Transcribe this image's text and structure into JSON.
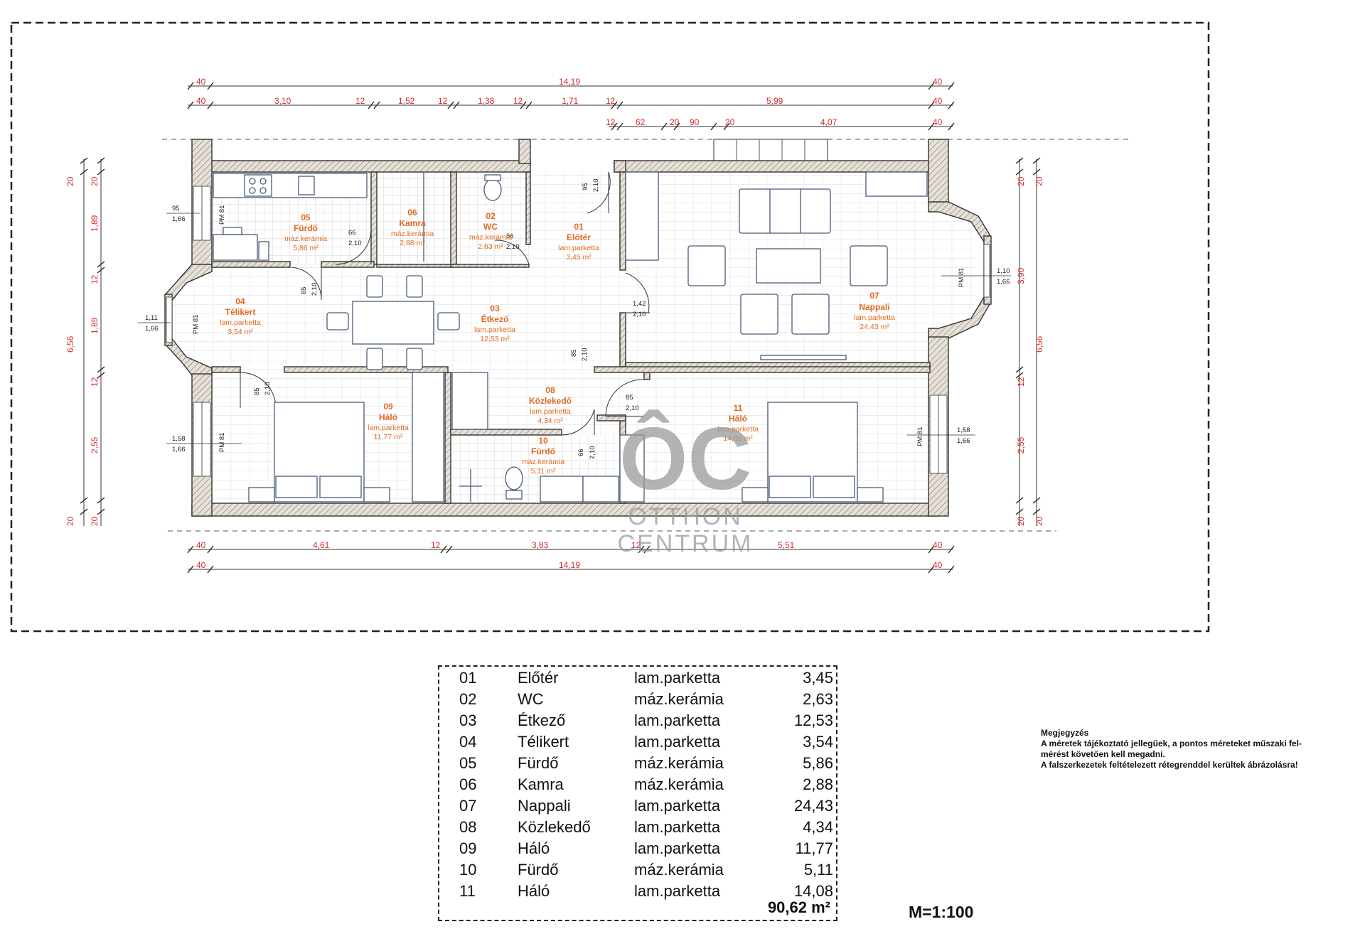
{
  "dimensions": {
    "top_total": {
      "left": "40",
      "total": "14,19",
      "right": "40"
    },
    "top_segments": [
      "40",
      "3,10",
      "12",
      "1,52",
      "12",
      "1,38",
      "12",
      "1,71",
      "12",
      "5,99",
      "40"
    ],
    "top_third": [
      "12",
      "62",
      "20",
      "90",
      "20",
      "4,07",
      "40"
    ],
    "bottom_segments": [
      "40",
      "4,61",
      "12",
      "3,83",
      "12",
      "5,51",
      "40"
    ],
    "bottom_total": {
      "left": "40",
      "total": "14,19",
      "right": "40"
    },
    "left_outer": {
      "top": "20",
      "total": "6,56",
      "bottom": "20"
    },
    "left_inner": [
      "20",
      "1,89",
      "12",
      "1,89",
      "12",
      "2,55",
      "20"
    ],
    "right_inner": [
      "20",
      "3,90",
      "12",
      "2,55",
      "20"
    ],
    "right_outer": {
      "top": "20",
      "total": "6,56",
      "bottom": "20"
    }
  },
  "openings": [
    {
      "top": "95",
      "bottom": "1,66",
      "label": "PM 81"
    },
    {
      "top": "1,11",
      "bottom": "1,66",
      "label": "PM 81"
    },
    {
      "top": "1,58",
      "bottom": "1,66",
      "label": "PM 81"
    },
    {
      "top": "1,10",
      "bottom": "1,66",
      "label": "PM 81"
    },
    {
      "top": "1,58",
      "bottom": "1,66",
      "label": "PM 81"
    }
  ],
  "doors": [
    {
      "w": "66",
      "h": "2,10"
    },
    {
      "w": "66",
      "h": "2,10"
    },
    {
      "w": "95",
      "h": "2,10"
    },
    {
      "w": "85",
      "h": "2,10"
    },
    {
      "w": "1,42",
      "h": "2,10"
    },
    {
      "w": "85",
      "h": "2,10"
    },
    {
      "w": "85",
      "h": "2,10"
    },
    {
      "w": "85",
      "h": "2,10"
    },
    {
      "w": "66",
      "h": "2,10"
    }
  ],
  "plan_rooms": [
    {
      "num": "01",
      "name": "Előtér",
      "mat": "lam.parketta",
      "area": "3,45 m²"
    },
    {
      "num": "02",
      "name": "WC",
      "mat": "máz.kerámia",
      "area": "2,63 m²"
    },
    {
      "num": "03",
      "name": "Étkező",
      "mat": "lam.parketta",
      "area": "12,53 m²"
    },
    {
      "num": "04",
      "name": "Télikert",
      "mat": "lam.parketta",
      "area": "3,54 m²"
    },
    {
      "num": "05",
      "name": "Fürdő",
      "mat": "máz.kerámia",
      "area": "5,86 m²"
    },
    {
      "num": "06",
      "name": "Kamra",
      "mat": "máz.kerámia",
      "area": "2,88 m²"
    },
    {
      "num": "07",
      "name": "Nappali",
      "mat": "lam.parketta",
      "area": "24,43 m²"
    },
    {
      "num": "08",
      "name": "Közlekedő",
      "mat": "lam.parketta",
      "area": "4,34 m²"
    },
    {
      "num": "09",
      "name": "Háló",
      "mat": "lam.parketta",
      "area": "11,77 m²"
    },
    {
      "num": "10",
      "name": "Fürdő",
      "mat": "máz.kerámia",
      "area": "5,11 m²"
    },
    {
      "num": "11",
      "name": "Háló",
      "mat": "lam.parketta",
      "area": "14,08 m²"
    }
  ],
  "watermark": {
    "logo": "ÔC",
    "line1": "OTTHON",
    "line2": "CENTRUM"
  },
  "table": {
    "rows": [
      {
        "id": "01",
        "name": "Előtér",
        "material": "lam.parketta",
        "area": "3,45"
      },
      {
        "id": "02",
        "name": "WC",
        "material": "máz.kerámia",
        "area": "2,63"
      },
      {
        "id": "03",
        "name": "Étkező",
        "material": "lam.parketta",
        "area": "12,53"
      },
      {
        "id": "04",
        "name": "Télikert",
        "material": "lam.parketta",
        "area": "3,54"
      },
      {
        "id": "05",
        "name": "Fürdő",
        "material": "máz.kerámia",
        "area": "5,86"
      },
      {
        "id": "06",
        "name": "Kamra",
        "material": "máz.kerámia",
        "area": "2,88"
      },
      {
        "id": "07",
        "name": "Nappali",
        "material": "lam.parketta",
        "area": "24,43"
      },
      {
        "id": "08",
        "name": "Közlekedő",
        "material": "lam.parketta",
        "area": "4,34"
      },
      {
        "id": "09",
        "name": "Háló",
        "material": "lam.parketta",
        "area": "11,77"
      },
      {
        "id": "10",
        "name": "Fürdő",
        "material": "máz.kerámia",
        "area": "5,11"
      },
      {
        "id": "11",
        "name": "Háló",
        "material": "lam.parketta",
        "area": "14,08"
      }
    ],
    "total": "90,62 m²"
  },
  "note": {
    "title": "Megjegyzés",
    "line1": "A méretek tájékoztató jellegűek, a pontos méreteket műszaki fel-",
    "line2": "mérést követően kell megadni.",
    "line3": "A falszerkezetek feltételezett rétegrenddel kerültek ábrázolásra!"
  },
  "scale": "M=1:100",
  "colors": {
    "dimension": "#d42a2a",
    "room_label": "#e06a1e",
    "wall_fill": "#dcd6cd",
    "wall_stroke": "#333333",
    "furniture": "#4a5a78"
  }
}
